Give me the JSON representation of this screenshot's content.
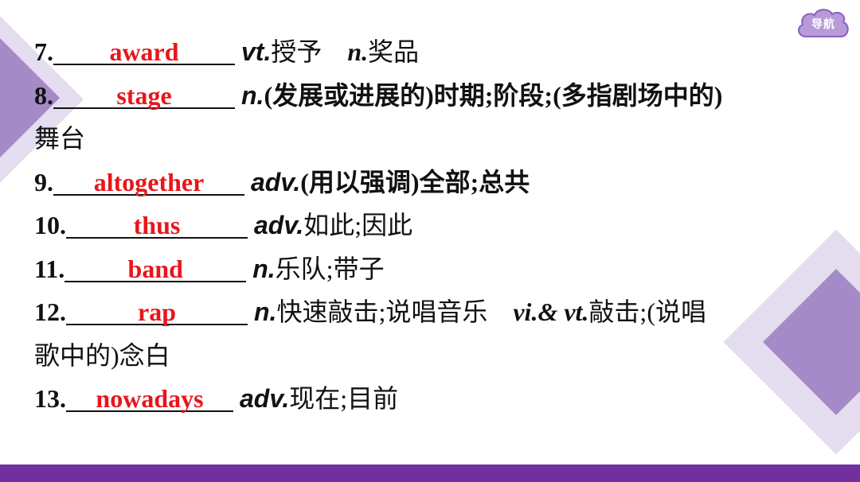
{
  "nav": {
    "label": "导航",
    "color": "#a48ac6"
  },
  "theme": {
    "accent": "#7030a0",
    "answer_color": "#e8161b"
  },
  "entries": [
    {
      "num": "7.",
      "answer": "award",
      "pos": "vt.",
      "meaning": "授予",
      "pos_b": "n.",
      "meaning_b": "奖品"
    },
    {
      "num": "8.",
      "answer": "stage",
      "pos": "n.",
      "meaning": "(发展或进展的)时期;阶段;(多指剧场中的)",
      "meaning_cont": "舞台"
    },
    {
      "num": "9.",
      "answer": "altogether",
      "pos": "adv.",
      "meaning": "(用以强调)全部;总共"
    },
    {
      "num": "10.",
      "answer": "thus",
      "pos": "adv.",
      "meaning": "如此;因此"
    },
    {
      "num": "11.",
      "answer": "band",
      "pos": "n.",
      "meaning": "乐队;带子"
    },
    {
      "num": "12.",
      "answer": "rap",
      "pos": "n.",
      "meaning": "快速敲击;说唱音乐",
      "pos_b": "vi.& vt.",
      "meaning_b": "敲击;(说唱",
      "meaning_cont": "歌中的)念白"
    },
    {
      "num": "13.",
      "answer": "nowadays",
      "pos": "adv.",
      "meaning": "现在;目前"
    }
  ]
}
